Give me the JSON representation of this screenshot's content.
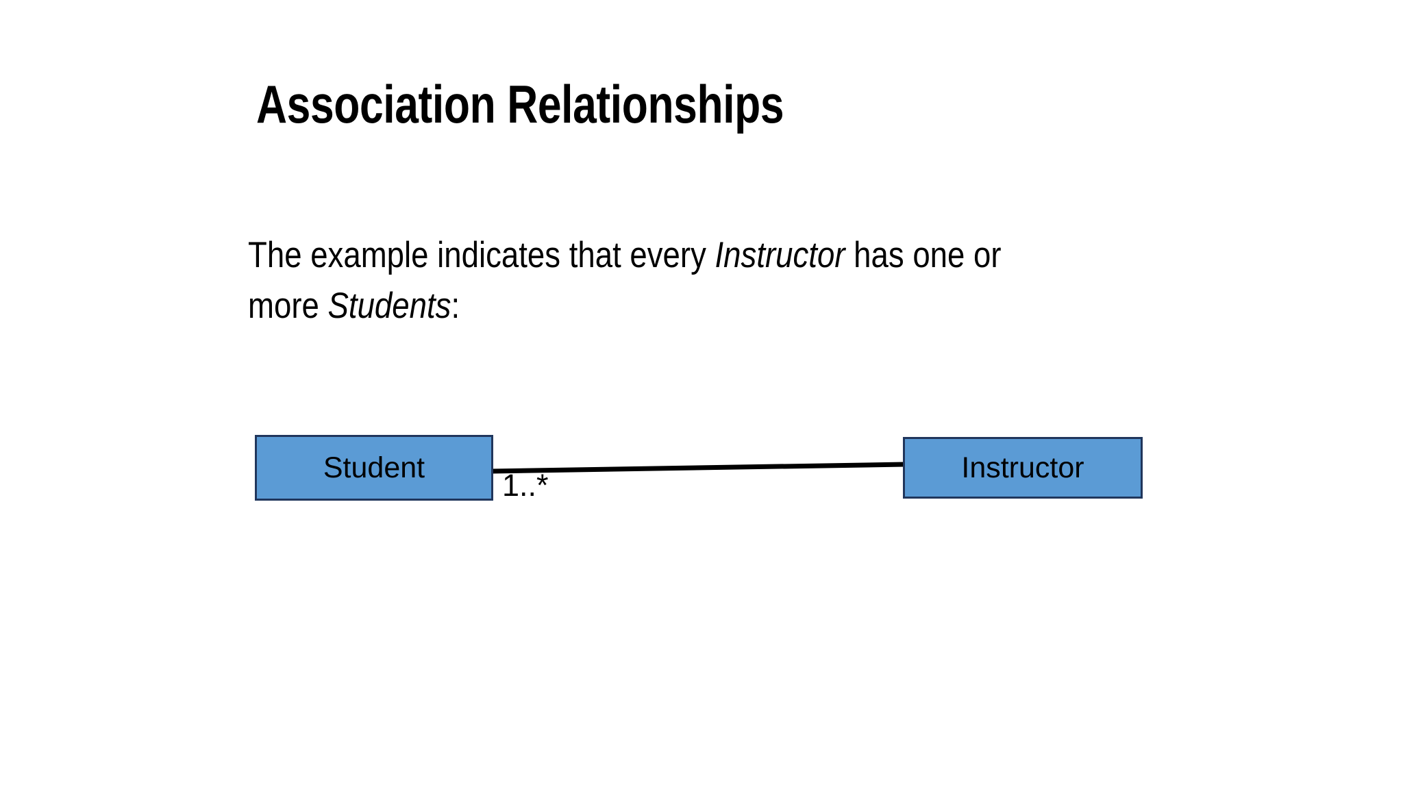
{
  "slide": {
    "title": "Association Relationships",
    "background_color": "#FFFFFF",
    "body": {
      "line1_part1": "The example indicates that every ",
      "line1_emphasis": "Instructor",
      "line1_part2": " has one or",
      "line2_part1": "more ",
      "line2_emphasis": "Students",
      "line2_part2": ":"
    },
    "diagram": {
      "type": "uml-class-association",
      "fill_color": "#5B9BD5",
      "border_color": "#20365C",
      "line_color": "#000000",
      "classes": [
        {
          "name": "Student"
        },
        {
          "name": "Instructor"
        }
      ],
      "association": {
        "multiplicity_label": "1..*",
        "from": "Student",
        "to": "Instructor"
      }
    }
  }
}
